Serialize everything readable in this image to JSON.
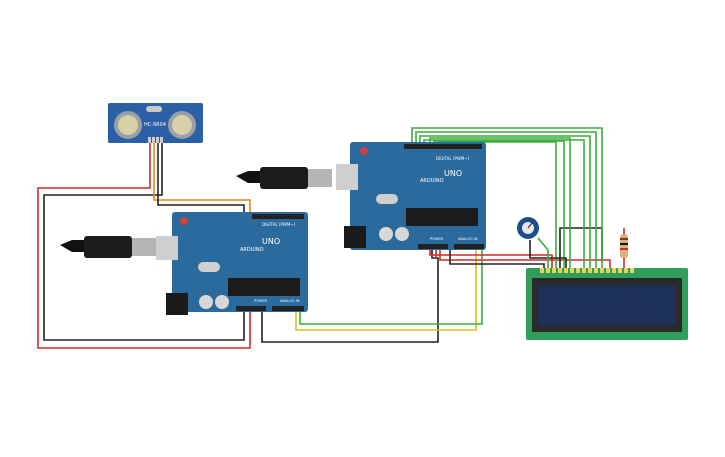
{
  "sensor": {
    "label": "HC-SR04"
  },
  "arduino_left": {
    "brand": "ARDUINO",
    "model": "UNO",
    "digital_label": "DIGITAL (PWM~)",
    "power_label": "POWER",
    "analog_label": "ANALOG IN"
  },
  "arduino_right": {
    "brand": "ARDUINO",
    "model": "UNO",
    "digital_label": "DIGITAL (PWM~)",
    "power_label": "POWER",
    "analog_label": "ANALOG IN"
  },
  "colors": {
    "board": "#2a6a9c",
    "wire_red": "#d12a2a",
    "wire_black": "#222222",
    "wire_green": "#3cae3c",
    "wire_yellow": "#d8c21a",
    "wire_orange": "#e08a1a",
    "lcd_pcb": "#2f9e5a",
    "lcd_screen": "#1e2f5a"
  }
}
